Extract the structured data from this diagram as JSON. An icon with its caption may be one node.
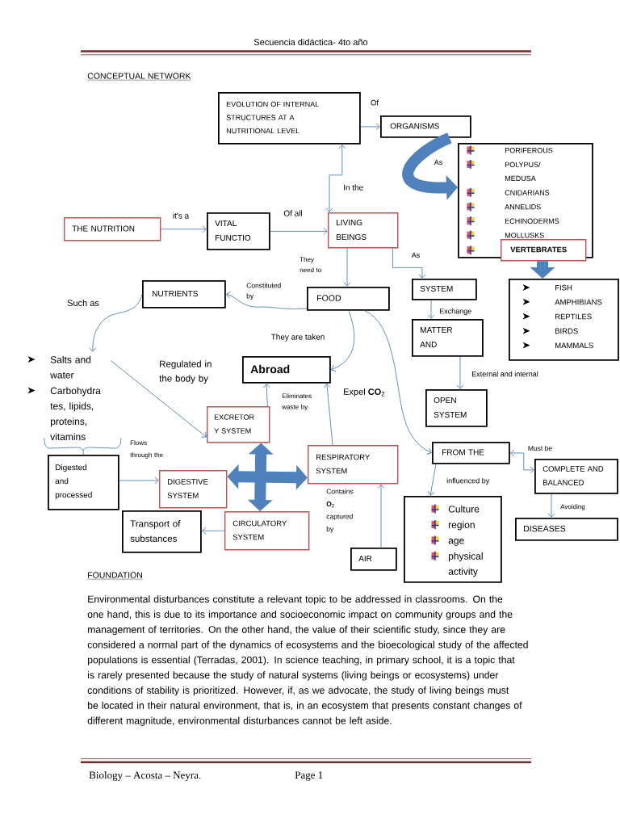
{
  "diagram": {
    "title": "CONCEPTUAL NETWORK",
    "nodes": [
      {
        "text": [
          "EVOLUTION OF INTERNAL STRUCTURES AT A NUTRITIONAL LEVEL"
        ]
      },
      {
        "text": [
          "ORGANISMS"
        ]
      },
      {
        "text": [
          "PORIFEROUS",
          "POLYPUS/ MEDUSA",
          "CNIDARIANS",
          "ANNELIDS",
          "ECHINODERMS",
          "MOLLUSKS"
        ]
      },
      {
        "text": [
          "VERTEBRATES"
        ]
      },
      {
        "text": [
          "FISH",
          "AMPHIBIANS",
          "REPTILES",
          "BIRDS",
          "MAMMALS"
        ]
      },
      {
        "text": [
          "THE NUTRITION"
        ]
      },
      {
        "text": [
          "VITAL FUNCTIO"
        ]
      },
      {
        "text": [
          "LIVING BEINGS"
        ]
      },
      {
        "text": [
          "NUTRIENTS"
        ]
      },
      {
        "text": [
          "FOOD"
        ]
      },
      {
        "text": [
          "SYSTEM"
        ]
      },
      {
        "text": [
          "MATTER AND"
        ]
      },
      {
        "text": [
          "OPEN SYSTEM"
        ]
      },
      {
        "text": [
          "Salts and water",
          "Carbohydra tes, lipids, proteins, vitamins"
        ]
      },
      {
        "text": [
          "Digested and processed"
        ]
      },
      {
        "text": [
          "DIGESTIVE SYSTEM"
        ]
      },
      {
        "text": [
          "Abroad"
        ]
      },
      {
        "text": [
          "EXCRETOR Y SYSTEM"
        ]
      },
      {
        "text": [
          "RESPIRATORY SYSTEM"
        ]
      },
      {
        "text": [
          "Transport of substances"
        ]
      },
      {
        "text": [
          "CIRCULATORY SYSTEM"
        ]
      },
      {
        "text": [
          "AIR"
        ]
      },
      {
        "text": [
          "FROM THE"
        ]
      },
      {
        "text": [
          "Culture",
          "region",
          "age",
          "physical activity"
        ]
      },
      {
        "text": [
          "COMPLETE AND BALANCED"
        ]
      },
      {
        "text": [
          "DISEASES"
        ]
      }
    ],
    "edges": [
      {
        "from": 0,
        "to": 1,
        "arrow": "to",
        "label": "Of"
      },
      {
        "from": 0,
        "to": 7,
        "arrow": "both",
        "label": "In the"
      },
      {
        "from": 1,
        "to": 2,
        "arrow": "to",
        "label": "As",
        "style": "thick"
      },
      {
        "from": 3,
        "to": 4,
        "arrow": "to",
        "style": "thick"
      },
      {
        "from": 5,
        "to": 6,
        "arrow": "to",
        "label": "it's a"
      },
      {
        "from": 6,
        "to": 7,
        "arrow": "to",
        "label": "Of all"
      },
      {
        "from": 7,
        "to": 9,
        "arrow": "to",
        "label": "They need to"
      },
      {
        "from": 7,
        "to": 10,
        "arrow": "to",
        "label": "As"
      },
      {
        "from": 9,
        "to": 8,
        "arrow": "to",
        "label": "Constituted by"
      },
      {
        "from": 8,
        "to": 13,
        "arrow": "to",
        "label": "Such as"
      },
      {
        "from": 9,
        "to": 16,
        "arrow": "to",
        "label": "They are taken"
      },
      {
        "from": 9,
        "to": 22,
        "arrow": "to"
      },
      {
        "from": 10,
        "to": 11,
        "arrow": "to",
        "label": "Exchange"
      },
      {
        "from": 11,
        "to": 12,
        "arrow": "to",
        "label": "External and internal"
      },
      {
        "from": 13,
        "to": 17,
        "arrow": "to",
        "label": "Regulated in the body by"
      },
      {
        "from": 13,
        "to": 14,
        "arrow": "none"
      },
      {
        "from": 17,
        "to": 16,
        "arrow": "to",
        "label": "Eliminates waste by"
      },
      {
        "from": 18,
        "to": 16,
        "arrow": "to",
        "label": "Expel **CO**$_{2}$"
      },
      {
        "from": 14,
        "to": 15,
        "arrow": "to",
        "label": "Flows through the"
      },
      {
        "from": 20,
        "to": 19,
        "arrow": "to"
      },
      {
        "from": 21,
        "to": 18,
        "arrow": "to",
        "label": "Contains **O**$_{2}$ captured by"
      },
      {
        "from": 22,
        "to": 23,
        "arrow": "to",
        "label": "influenced by"
      },
      {
        "from": 22,
        "to": 24,
        "arrow": "both",
        "label": "Must be"
      },
      {
        "from": 24,
        "to": 25,
        "arrow": "to",
        "label": "Avoiding"
      },
      {
        "from": 17,
        "to": 20,
        "arrow": "both",
        "style": "thick"
      },
      {
        "from": 15,
        "to": 18,
        "arrow": "both",
        "style": "thick"
      }
    ],
    "labels": [
      "Secuencia didáctica- 4to año",
      "FOUNDATION",
      "Environmental disturbances constitute a relevant topic to be addressed in classrooms. On the one hand, this is due to its importance and socioeconomic impact on community groups and the management of territories. On the other hand, the value of their scientific study, since they are considered a normal part of the dynamics of ecosystems and the bioecological study of the affected populations is essential (Terradas, 2001). In science teaching, in primary school, it is a topic that is rarely presented because the study of natural systems (living beings or ecosystems) under conditions of stability is prioritized. However, if, as we advocate, the study of living beings must be located in their natural environment, that is, in an ecosystem that presents constant changes of different magnitude, environmental disturbances cannot be left aside.",
      "Biology – Acosta – Neyra.",
      "Page 1"
    ]
  }
}
